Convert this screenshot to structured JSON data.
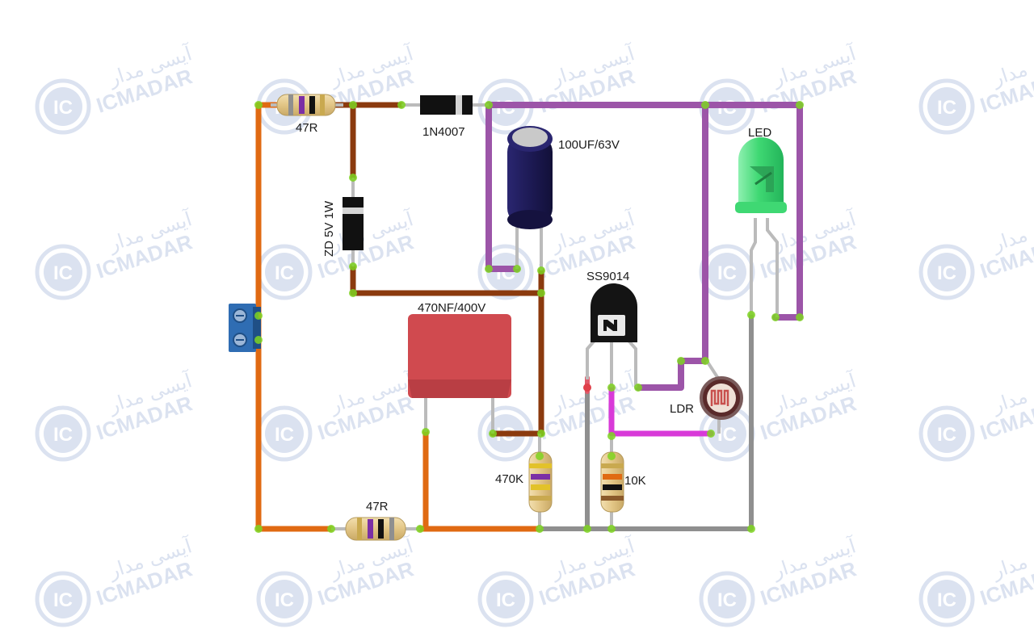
{
  "watermark": {
    "brand": "ICMADAR",
    "brand_fa": "آیسی مدار",
    "badge": "IC",
    "color": "#cfd9ec"
  },
  "wire_colors": {
    "orange": "#e06a12",
    "brown": "#8b3a0e",
    "purple": "#9c55a8",
    "magenta": "#d83ad8",
    "gray": "#8f8f8f",
    "node": "#7ed321"
  },
  "components": {
    "resistor_top": {
      "label": "47R",
      "kind": "resistor"
    },
    "resistor_bottom": {
      "label": "47R",
      "kind": "resistor"
    },
    "rectifier_diode": {
      "label": "1N4007",
      "kind": "diode"
    },
    "zener_diode": {
      "label": "ZD 5V 1W",
      "kind": "zener-diode"
    },
    "electrolytic_capacitor": {
      "label": "100UF/63V",
      "kind": "electrolytic-capacitor"
    },
    "film_capacitor": {
      "label": "470NF/400V",
      "kind": "film-capacitor"
    },
    "transistor": {
      "label": "SS9014",
      "kind": "npn-transistor"
    },
    "led": {
      "label": "LED",
      "kind": "led",
      "color": "#3fd873"
    },
    "ldr": {
      "label": "LDR",
      "kind": "photoresistor"
    },
    "resistor_470k": {
      "label": "470K",
      "kind": "resistor"
    },
    "resistor_10k": {
      "label": "10K",
      "kind": "resistor"
    },
    "terminal_block": {
      "kind": "screw-terminal",
      "color": "#2f6db3"
    }
  }
}
